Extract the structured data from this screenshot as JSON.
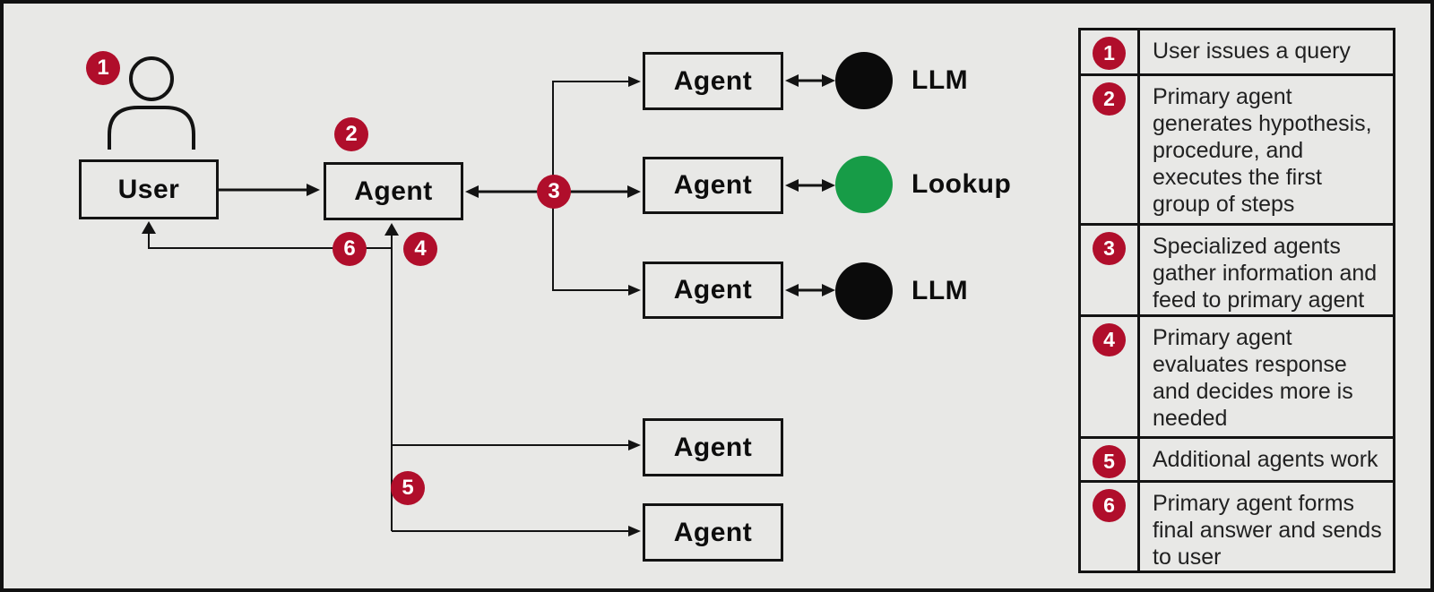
{
  "diagram": {
    "user_label": "User",
    "primary_agent_label": "Agent",
    "sub_agents": [
      "Agent",
      "Agent",
      "Agent",
      "Agent",
      "Agent"
    ],
    "resources": [
      {
        "label": "LLM",
        "color": "#0b0b0b"
      },
      {
        "label": "Lookup",
        "color": "#179c47"
      },
      {
        "label": "LLM",
        "color": "#0b0b0b"
      }
    ],
    "badges": [
      "1",
      "2",
      "3",
      "4",
      "5",
      "6"
    ]
  },
  "legend": {
    "rows": [
      {
        "num": "1",
        "text": "User issues a query"
      },
      {
        "num": "2",
        "text": "Primary agent\ngenerates hypothesis,\nprocedure, and\nexecutes the first\ngroup of steps"
      },
      {
        "num": "3",
        "text": "Specialized agents\ngather information and\nfeed to primary agent"
      },
      {
        "num": "4",
        "text": "Primary agent\nevaluates response\nand decides more is\nneeded"
      },
      {
        "num": "5",
        "text": "Additional agents work"
      },
      {
        "num": "6",
        "text": "Primary agent forms\nfinal answer and sends\nto user"
      }
    ]
  },
  "colors": {
    "badge_red": "#b00e2b",
    "lookup_green": "#179c47",
    "llm_black": "#0b0b0b",
    "background": "#e8e8e6",
    "line_black": "#131313"
  }
}
